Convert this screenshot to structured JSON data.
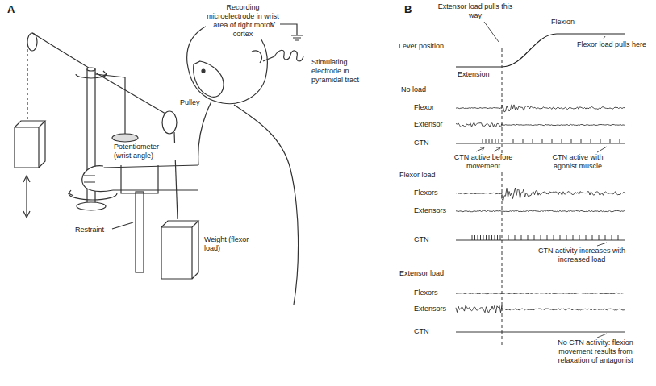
{
  "diagram": {
    "labels": [
      "A",
      "Recording microelectrode in wrist area of right motor cortex",
      "V",
      "Stimulating electrode in pyramidal tract",
      "Pulley",
      "Potentiometer (wrist angle)",
      "Restraint",
      "Weight (flexor load)",
      "B",
      "Extensor load pulls this way",
      "Flexion",
      "Lever position",
      "Flexor load pulls here",
      "Extension",
      "No load",
      "Flexor",
      "Extensor",
      "CTN",
      "CTN active before movement",
      "CTN active with agonist muscle",
      "Flexor load",
      "Flexors",
      "Extensors",
      "CTN",
      "CTN activity increases with increased load",
      "Extensor load",
      "Flexors",
      "Extensors",
      "CTN",
      "No CTN activity: flexion movement results from relaxation of antagonist"
    ]
  }
}
